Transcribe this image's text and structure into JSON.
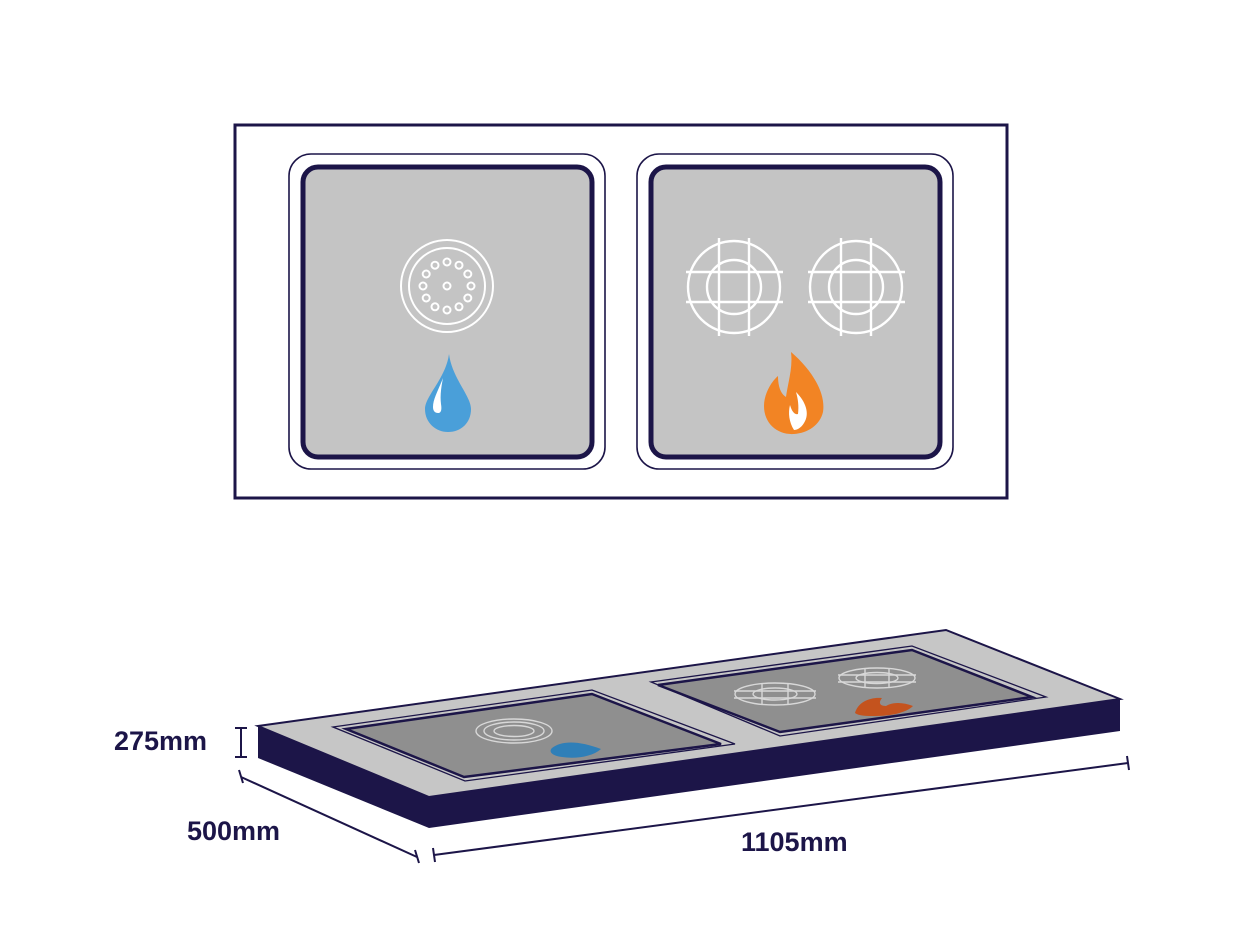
{
  "dimensions": {
    "height": "275mm",
    "depth": "500mm",
    "width": "1105mm"
  },
  "colors": {
    "outline": "#1c1548",
    "well_fill": "#c4c4c4",
    "water_drop": "#4a9fd9",
    "flame": "#f28424",
    "side_face": "#1c1548",
    "top_face": "#c6c6c6",
    "well_iso": "#8f8f8f",
    "flame_iso": "#c4531e"
  },
  "icons": {
    "left_well": [
      "drain-icon",
      "water-drop-icon"
    ],
    "right_well": [
      "burner-grate-icon",
      "burner-grate-icon",
      "flame-icon"
    ]
  }
}
